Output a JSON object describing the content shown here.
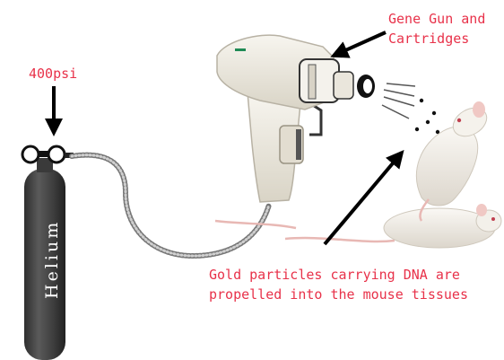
{
  "labels": {
    "pressure": "400psi",
    "gun_line1": "Gene Gun and",
    "gun_line2": "Cartridges",
    "dna_line1": "Gold particles carrying DNA are",
    "dna_line2": "propelled into the mouse tissues",
    "tank": "Helium"
  },
  "colors": {
    "label_text": "#e8324a",
    "arrow": "#000000",
    "tank_body": "#4a4a4a",
    "gun_body": "#ebe7dc",
    "mouse_fur": "#f2efe9"
  }
}
